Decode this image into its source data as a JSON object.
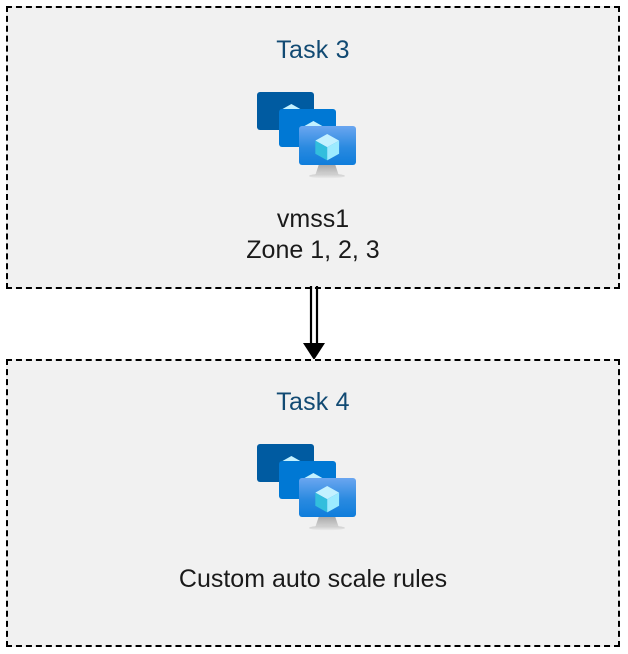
{
  "diagram": {
    "type": "flow",
    "background_color": "#ffffff",
    "box_fill_color": "#f1f1f1",
    "box_border_color": "#000000",
    "title_color": "#114a73",
    "caption_color": "#1a1a1a",
    "connector_color": "#000000",
    "nodes": [
      {
        "id": "task-3",
        "title": "Task 3",
        "icon": "virtual-machine-scale-set-icon",
        "caption_lines": [
          "vmss1",
          "Zone 1, 2, 3"
        ]
      },
      {
        "id": "task-4",
        "title": "Task 4",
        "icon": "virtual-machine-scale-set-icon",
        "caption_lines": [
          "Custom auto scale rules"
        ]
      }
    ],
    "connector": {
      "from": "task-3",
      "to": "task-4",
      "style": "double-line-arrow",
      "direction": "down"
    },
    "icon_colors": {
      "monitor_back": "#005ba1",
      "monitor_middle": "#0078d4",
      "monitor_front_top": "#5ea0ef",
      "monitor_front_bottom": "#0f7ddb",
      "cube_light": "#c3f1ff",
      "cube_mid": "#9cebff",
      "cube_dark": "#32bedd",
      "stand": "#b3b3b3"
    }
  }
}
